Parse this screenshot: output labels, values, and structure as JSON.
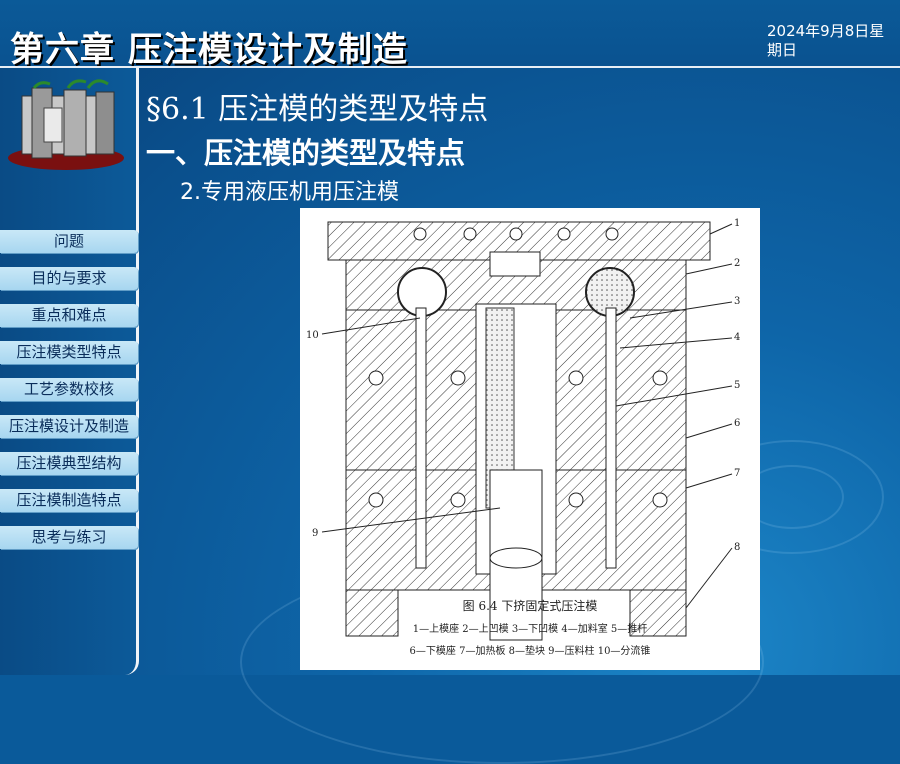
{
  "header": {
    "title": "第六章 压注模设计及制造",
    "date": "2024年9月8日星期日"
  },
  "sidebar": {
    "logo_icon": "mold-machine-icon",
    "items": [
      {
        "label": "问题"
      },
      {
        "label": "目的与要求"
      },
      {
        "label": "重点和难点"
      },
      {
        "label": "压注模类型特点"
      },
      {
        "label": "工艺参数校核"
      },
      {
        "label": "压注模设计及制造"
      },
      {
        "label": "压注模典型结构"
      },
      {
        "label": "压注模制造特点"
      },
      {
        "label": "思考与练习"
      }
    ]
  },
  "main": {
    "section_title": "§6.1  压注模的类型及特点",
    "subheading": "一、压注模的类型及特点",
    "subsubheading": "2.专用液压机用压注模",
    "figure": {
      "caption": "图 6.4    下挤固定式压注模",
      "legend_line1": "1—上模座   2—上凹模   3—下凹模   4—加料室   5—推杆",
      "legend_line2": "6—下模座   7—加热板   8—垫块   9—压料柱   10—分流锥",
      "callouts": [
        "1",
        "2",
        "3",
        "4",
        "5",
        "6",
        "7",
        "8",
        "9",
        "10"
      ]
    }
  },
  "colors": {
    "background": "#0a5a9a",
    "nav_button": "#b8e0f4",
    "nav_text": "#0a2d5a",
    "figure_bg": "#ffffff"
  }
}
